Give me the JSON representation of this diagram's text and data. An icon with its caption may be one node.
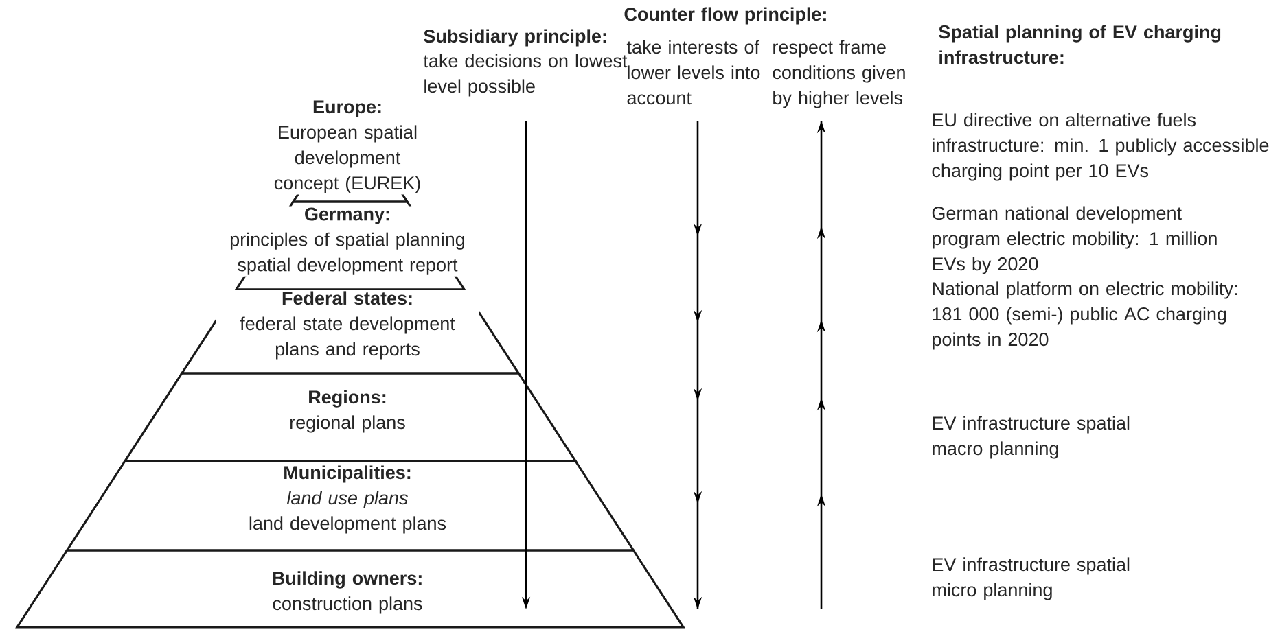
{
  "diagram": {
    "nodes": [
      {
        "text": [
          "Europe:",
          "European spatial development concept (EUREK)"
        ]
      },
      {
        "text": [
          "Germany:",
          "principles of spatial planning spatial development report"
        ]
      },
      {
        "text": [
          "Federal states:",
          "federal state development plans and reports"
        ]
      },
      {
        "text": [
          "Regions:",
          "regional plans"
        ]
      },
      {
        "text": [
          "Municipalities:",
          "land use plans",
          "land development plans"
        ]
      },
      {
        "text": [
          "Building owners:",
          "construction plans"
        ]
      }
    ],
    "labels": [
      "Subsidiary principle:",
      "take decisions on lowest level possible",
      "Counter flow principle:",
      "take interests of lower levels into account",
      "respect frame conditions given by higher levels",
      "Spatial planning of EV charging infrastructure:",
      "EU directive on alternative fuels infrastructure: min. 1 publicly accessible charging point per 10 EVs",
      "German national development program electric mobility: 1 million EVs by 2020",
      "National platform on electric mobility: 181 000 (semi-) public AC charging points in 2020",
      "EV infrastructure spatial macro planning",
      "EV infrastructure spatial micro planning"
    ]
  }
}
